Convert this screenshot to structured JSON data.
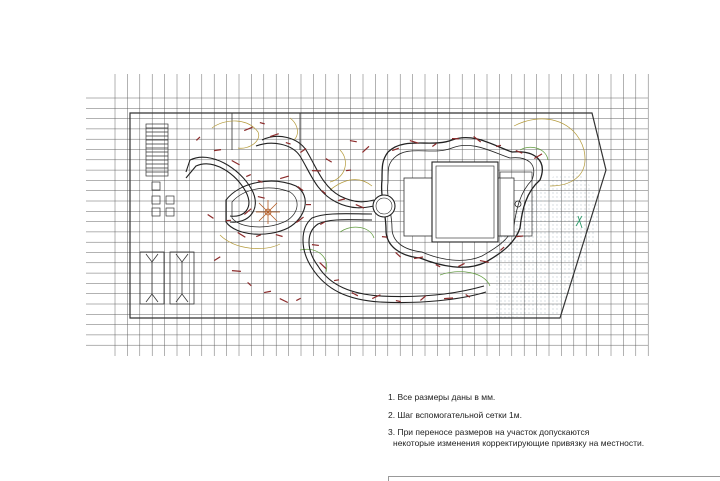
{
  "drawing": {
    "grid_step_note": "Шаг вспомогательной сетки 1м."
  },
  "notes": {
    "items": [
      {
        "number": "1.",
        "text": "Все размеры даны в мм."
      },
      {
        "number": "2.",
        "text": "Шаг вспомогательной сетки 1м."
      },
      {
        "number": "3.",
        "text": "При переносе размеров на участок допускаются",
        "continuation": "некоторые изменения корректирующие привязку на местности."
      }
    ]
  },
  "colors": {
    "grid": "#555555",
    "outline": "#333333",
    "path": "#222222",
    "dimension_marks": "#8b2a2a",
    "planting": "#b49a3a",
    "lawn": "#5f9a3c",
    "paving_dots": "#8aa0aa",
    "gazebo": "#b35a22",
    "accent_green": "#2e9a6a"
  }
}
